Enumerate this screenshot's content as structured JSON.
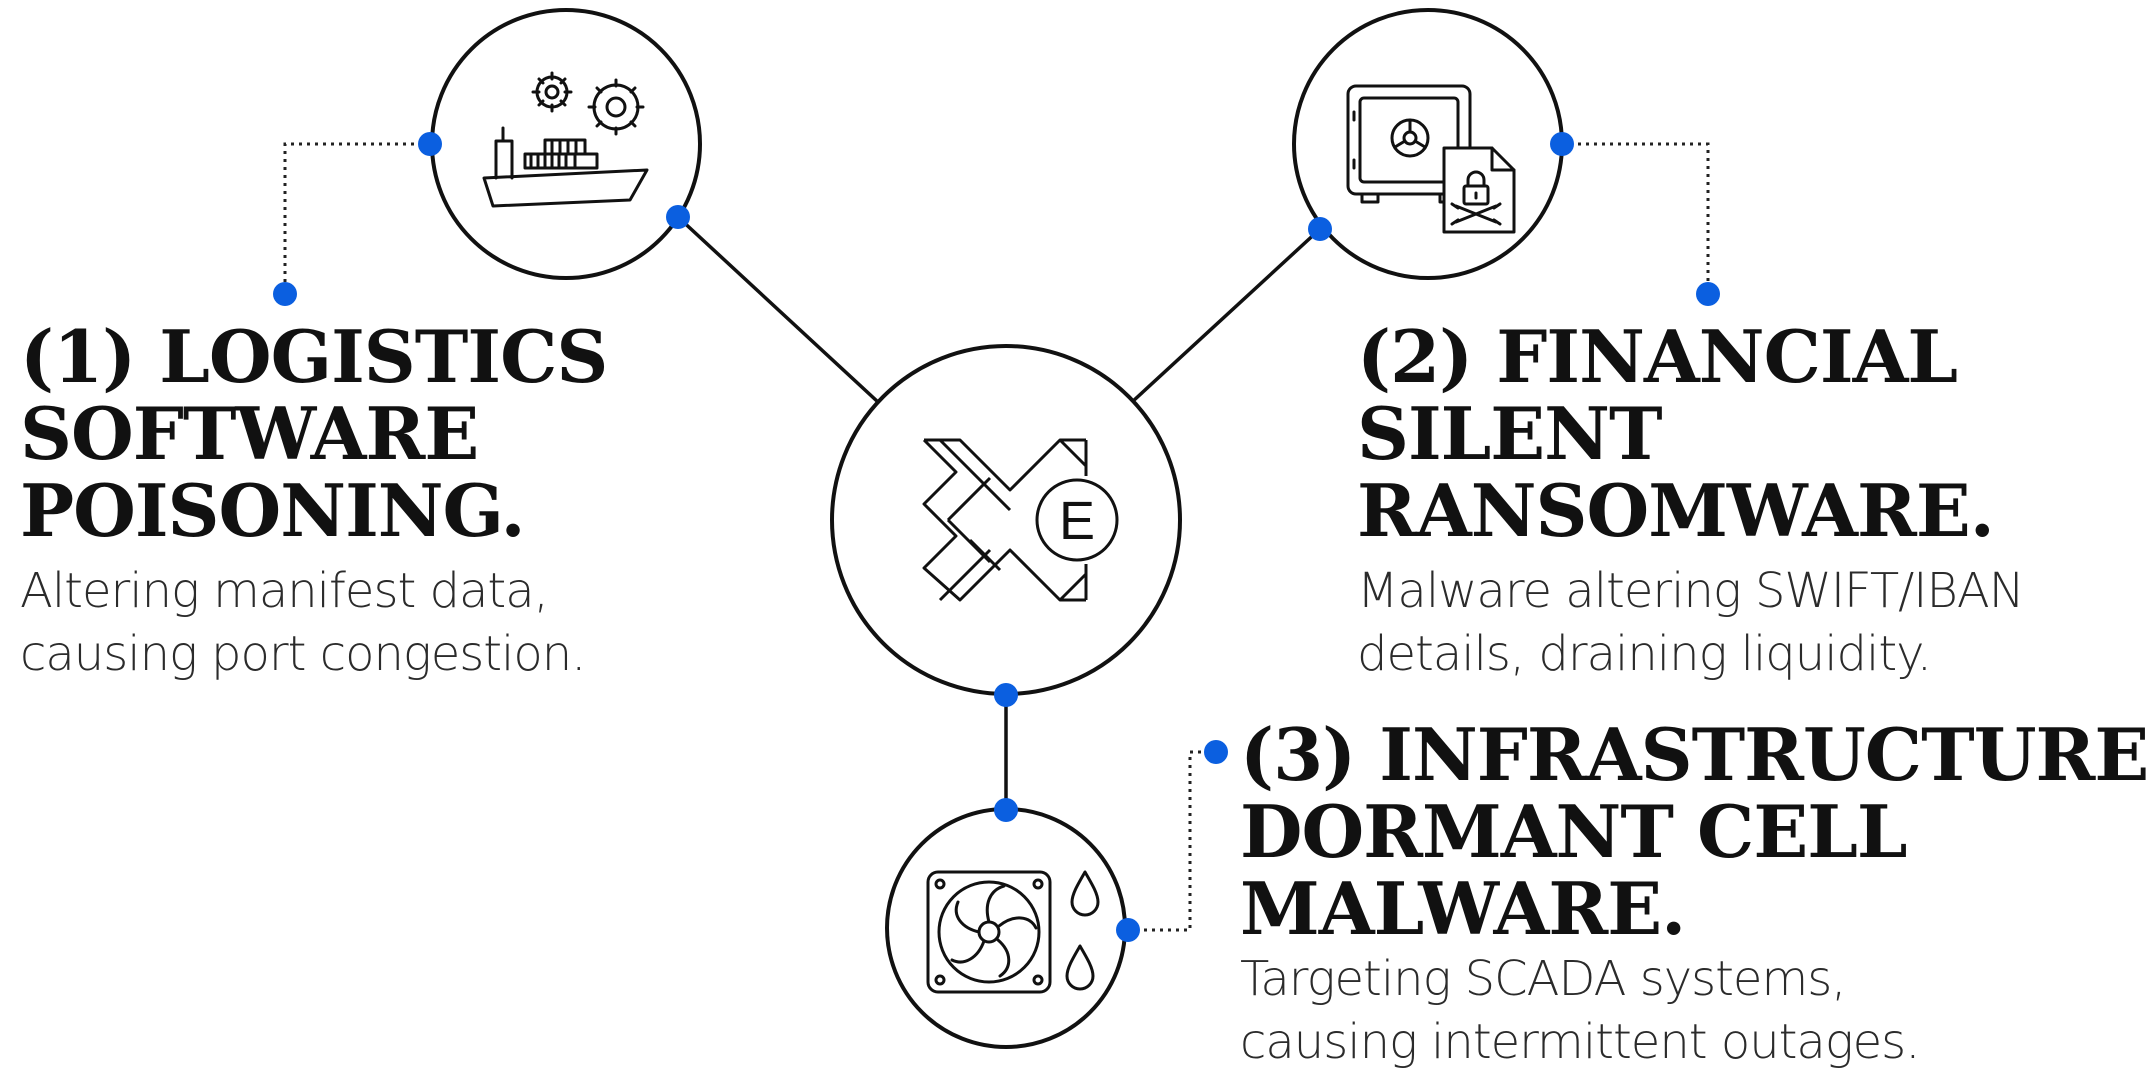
{
  "accent_color": "#0b5fe0",
  "stroke_color": "#111111",
  "nodes": {
    "center": {
      "icon": "xe-logo-icon",
      "logo_letter": "E"
    },
    "logistics": {
      "icon": "cargo-ship-gears-icon",
      "title_lines": [
        "(1) LOGISTICS",
        "SOFTWARE",
        "POISONING."
      ],
      "desc_lines": [
        "Altering manifest data,",
        "causing port congestion."
      ]
    },
    "financial": {
      "icon": "safe-ransomware-document-icon",
      "title_lines": [
        "(2) FINANCIAL",
        "SILENT",
        "RANSOMWARE."
      ],
      "desc_lines": [
        "Malware altering SWIFT/IBAN",
        "details, draining liquidity."
      ]
    },
    "infrastructure": {
      "icon": "cooling-fan-water-icon",
      "title_lines": [
        "(3) INFRASTRUCTURE",
        "DORMANT CELL",
        "MALWARE."
      ],
      "desc_lines": [
        "Targeting SCADA systems,",
        "causing intermittent outages."
      ]
    }
  }
}
